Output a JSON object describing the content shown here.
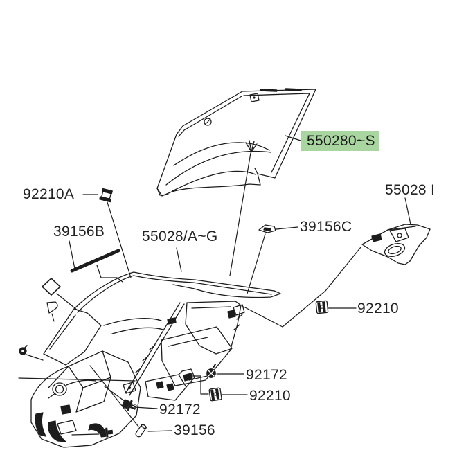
{
  "diagram": {
    "kind": "motorcycle-upper-cowling-parts-diagram",
    "background_color": "#ffffff",
    "line_color": "#1c1c1c",
    "highlight_color": "#a8d5a0",
    "callouts": {
      "upper_cowl_selected": "550280~S",
      "right_cowl": "55028 I",
      "main_cowl": "55028/A~G",
      "grommet_a": "92210A",
      "pad_b": "39156B",
      "trim_clip_c": "39156C",
      "clip_right": "92210",
      "screw_upper": "92172",
      "clip_lower": "92210",
      "screw_lower": "92172",
      "pin": "39156"
    },
    "icons": [
      "grommet-icon",
      "pad-strip-icon",
      "diamond-clip-icon",
      "flat-clip-icon",
      "clip-nut-icon",
      "dome-screw-icon",
      "flanged-bolt-icon",
      "pin-icon",
      "bolt-icon",
      "nut-icon",
      "mount-mark-icon"
    ]
  }
}
